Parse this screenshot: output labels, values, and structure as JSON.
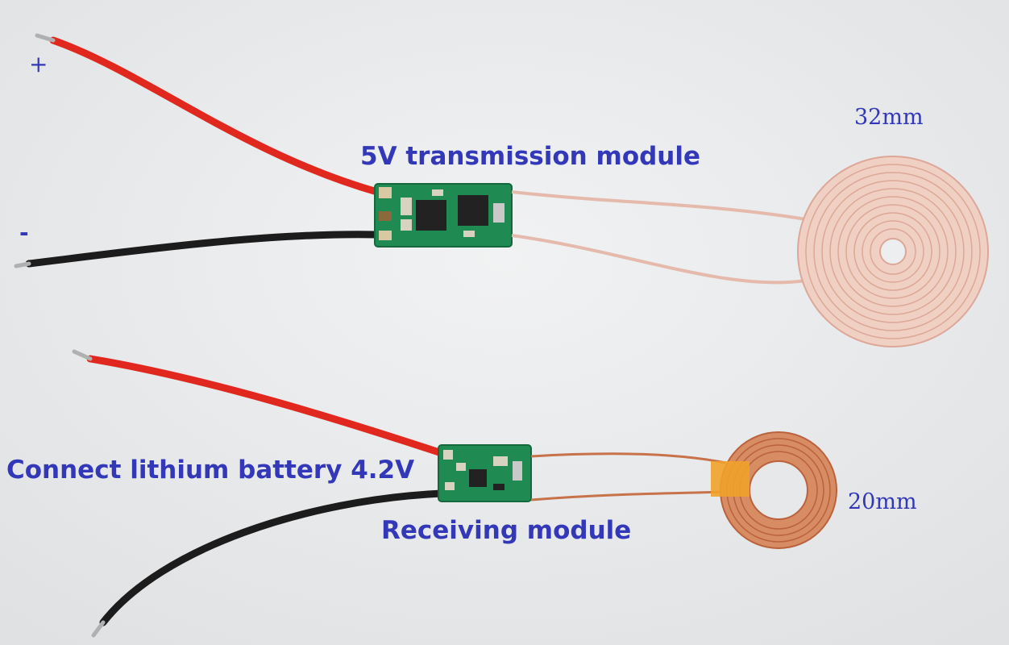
{
  "labels": {
    "transmission_module": "5V transmission module",
    "receiving_module": "Receiving module",
    "battery_note": "Connect lithium battery 4.2V",
    "tx_coil_diameter": "32mm",
    "rx_coil_diameter": "20mm",
    "positive_sign": "+",
    "negative_sign": "-"
  },
  "colors": {
    "label": "#3338b8",
    "background": "#e9ebec",
    "pcb": "#1f8a52",
    "red_wire": "#e0281f",
    "black_wire": "#1c1c1c",
    "tx_coil": "#e8b7a8",
    "rx_coil": "#c8724a",
    "kapton_tape": "#f0a22a"
  }
}
